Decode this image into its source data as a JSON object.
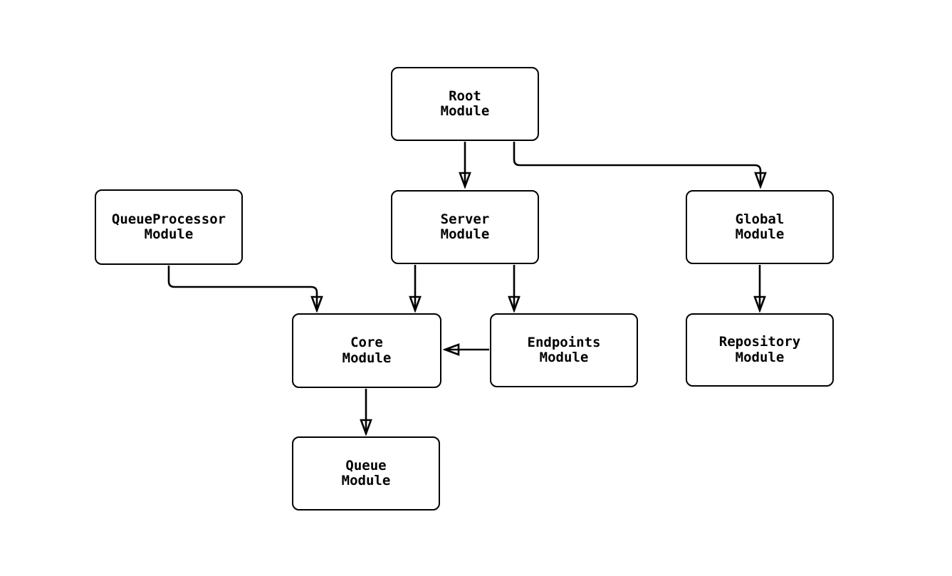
{
  "diagram": {
    "colors": {
      "background": "#ffffff",
      "node_fill": "#ffffff",
      "stroke": "#000000",
      "text": "#000000"
    },
    "nodes": [
      {
        "id": "root",
        "label": "Root\nModule"
      },
      {
        "id": "server",
        "label": "Server\nModule"
      },
      {
        "id": "queue-processor",
        "label": "QueueProcessor\nModule"
      },
      {
        "id": "global",
        "label": "Global\nModule"
      },
      {
        "id": "core",
        "label": "Core\nModule"
      },
      {
        "id": "endpoints",
        "label": "Endpoints\nModule"
      },
      {
        "id": "repository",
        "label": "Repository\nModule"
      },
      {
        "id": "queue",
        "label": "Queue\nModule"
      }
    ],
    "edges": [
      {
        "from": "root",
        "to": "server"
      },
      {
        "from": "root",
        "to": "global"
      },
      {
        "from": "queue-processor",
        "to": "core"
      },
      {
        "from": "server",
        "to": "core"
      },
      {
        "from": "server",
        "to": "endpoints"
      },
      {
        "from": "endpoints",
        "to": "core"
      },
      {
        "from": "global",
        "to": "repository"
      },
      {
        "from": "core",
        "to": "queue"
      }
    ]
  }
}
